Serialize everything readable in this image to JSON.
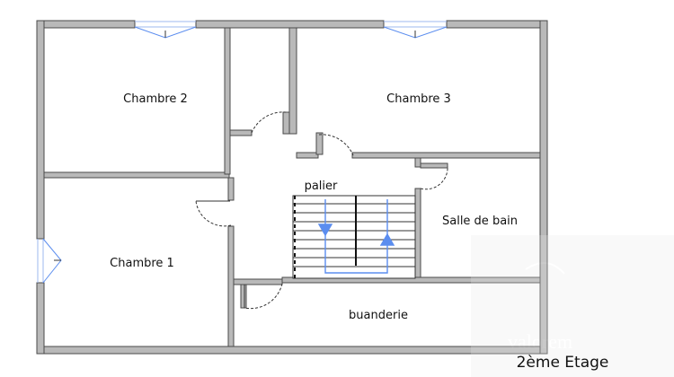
{
  "plan": {
    "floor_label": "2ème Etage",
    "rooms": {
      "chambre2": "Chambre 2",
      "chambre3": "Chambre 3",
      "chambre1": "Chambre 1",
      "palier": "palier",
      "salle_de_bain": "Salle de bain",
      "buanderie": "buanderie"
    },
    "watermark": "valorem"
  },
  "colors": {
    "wall_fill": "#b9b9b9",
    "wall_stroke": "#4a4a4a",
    "door_swing": "#333333",
    "stair_arrow": "#5b8def"
  }
}
